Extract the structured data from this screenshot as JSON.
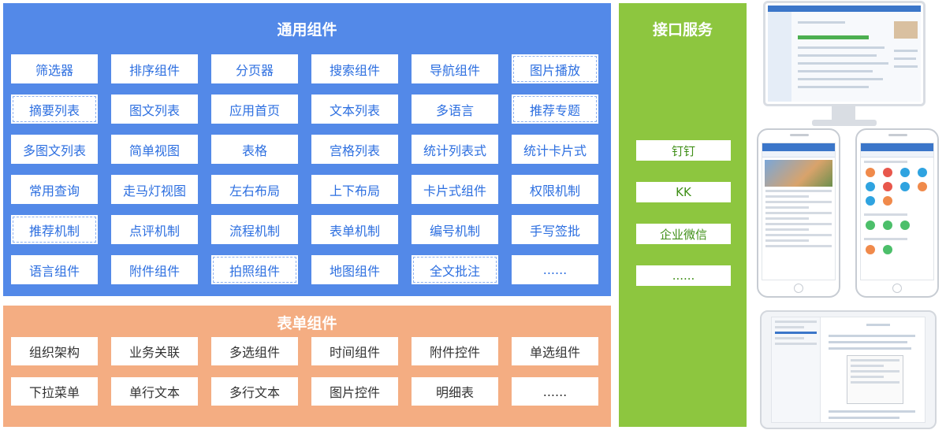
{
  "general": {
    "title": "通用组件",
    "items": [
      "筛选器",
      "排序组件",
      "分页器",
      "搜索组件",
      "导航组件",
      "图片播放",
      "摘要列表",
      "图文列表",
      "应用首页",
      "文本列表",
      "多语言",
      "推荐专题",
      "多图文列表",
      "简单视图",
      "表格",
      "宫格列表",
      "统计列表式",
      "统计卡片式",
      "常用查询",
      "走马灯视图",
      "左右布局",
      "上下布局",
      "卡片式组件",
      "权限机制",
      "推荐机制",
      "点评机制",
      "流程机制",
      "表单机制",
      "编号机制",
      "手写签批",
      "语言组件",
      "附件组件",
      "拍照组件",
      "地图组件",
      "全文批注",
      "......"
    ]
  },
  "form": {
    "title": "表单组件",
    "items": [
      "组织架构",
      "业务关联",
      "多选组件",
      "时间组件",
      "附件控件",
      "单选组件",
      "下拉菜单",
      "单行文本",
      "多行文本",
      "图片控件",
      "明细表",
      "......"
    ]
  },
  "api": {
    "title": "接口服务",
    "items": [
      "钉钉",
      "KK",
      "企业微信",
      "......"
    ]
  },
  "colors": {
    "general_bg": "#5389e8",
    "form_bg": "#f4ad82",
    "api_bg": "#8dc63f",
    "chip_text_blue": "#2d6fe0",
    "chip_text_green": "#3f8f17"
  }
}
